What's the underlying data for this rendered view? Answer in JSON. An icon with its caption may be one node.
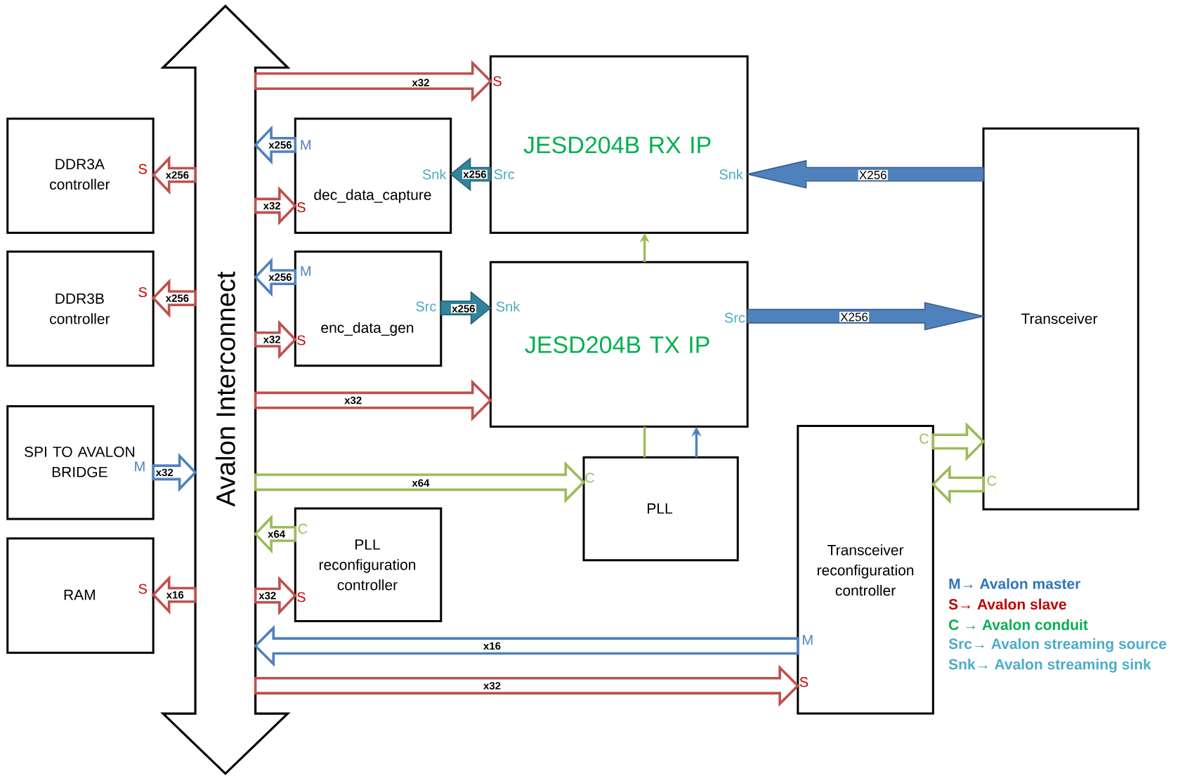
{
  "diagram": {
    "nodes": [
      {
        "text": [
          "Avalon Interconnect"
        ]
      },
      {
        "text": [
          "DDR3A controller",
          "S"
        ]
      },
      {
        "text": [
          "DDR3B controller",
          "S"
        ]
      },
      {
        "text": [
          "SPI TO AVALON BRIDGE",
          "M"
        ]
      },
      {
        "text": [
          "RAM",
          "S"
        ]
      },
      {
        "text": [
          "dec_data_capture",
          "M",
          "S",
          "Snk"
        ]
      },
      {
        "text": [
          "enc_data_gen",
          "M",
          "Src",
          "S"
        ]
      },
      {
        "text": [
          "PLL reconfiguration controller",
          "C",
          "S"
        ]
      },
      {
        "text": [
          "JESD204B RX IP",
          "S",
          "Src",
          "Snk"
        ]
      },
      {
        "text": [
          "JESD204B TX IP",
          "Snk",
          "Src"
        ]
      },
      {
        "text": [
          "PLL",
          "C"
        ]
      },
      {
        "text": [
          "Transceiver",
          "C"
        ]
      },
      {
        "text": [
          "Transceiver reconfiguration controller",
          "C",
          "M",
          "S"
        ]
      }
    ],
    "edges": [
      {
        "from": 0,
        "to": 8,
        "arrow": "to",
        "label": "x32"
      },
      {
        "from": 0,
        "to": 1,
        "arrow": "to",
        "label": "x256"
      },
      {
        "from": 0,
        "to": 2,
        "arrow": "to",
        "label": "x256"
      },
      {
        "from": 3,
        "to": 0,
        "arrow": "to",
        "label": "x32",
        "color": "#4f81bd"
      },
      {
        "from": 0,
        "to": 4,
        "arrow": "to",
        "label": "x16"
      },
      {
        "from": 5,
        "to": 0,
        "arrow": "to",
        "label": "x256",
        "color": "#4f81bd"
      },
      {
        "from": 0,
        "to": 5,
        "arrow": "to",
        "label": "x32"
      },
      {
        "from": 8,
        "to": 5,
        "arrow": "to",
        "label": "x256",
        "style": "thick",
        "color": "#31849b"
      },
      {
        "from": 6,
        "to": 0,
        "arrow": "to",
        "label": "x256",
        "color": "#4f81bd"
      },
      {
        "from": 0,
        "to": 6,
        "arrow": "to",
        "label": "x32"
      },
      {
        "from": 6,
        "to": 9,
        "arrow": "to",
        "label": "x256",
        "style": "thick",
        "color": "#31849b"
      },
      {
        "from": 0,
        "to": 9,
        "arrow": "to",
        "label": "x32"
      },
      {
        "from": 0,
        "to": 10,
        "arrow": "to",
        "label": "x64",
        "color": "#9bbb59"
      },
      {
        "from": 7,
        "to": 0,
        "arrow": "to",
        "label": "x64",
        "color": "#9bbb59"
      },
      {
        "from": 0,
        "to": 7,
        "arrow": "to",
        "label": "x32"
      },
      {
        "from": 12,
        "to": 0,
        "arrow": "to",
        "label": "x16",
        "color": "#4f81bd"
      },
      {
        "from": 0,
        "to": 12,
        "arrow": "to",
        "label": "x32"
      },
      {
        "from": 11,
        "to": 8,
        "arrow": "to",
        "label": "X256",
        "style": "thick",
        "color": "#4f81bd"
      },
      {
        "from": 9,
        "to": 11,
        "arrow": "to",
        "label": "X256",
        "style": "thick",
        "color": "#4f81bd"
      },
      {
        "from": 9,
        "to": 8,
        "arrow": "to",
        "color": "#9bbb59"
      },
      {
        "from": 10,
        "to": 9,
        "arrow": "none",
        "color": "#9bbb59"
      },
      {
        "from": 10,
        "to": 9,
        "arrow": "to",
        "color": "#4f81bd"
      },
      {
        "from": 12,
        "to": 11,
        "arrow": "to",
        "color": "#9bbb59"
      },
      {
        "from": 11,
        "to": 12,
        "arrow": "to",
        "color": "#9bbb59"
      }
    ],
    "labels": [
      "M→ Avalon master",
      "S→ Avalon slave",
      "C → Avalon conduit",
      "Src→ Avalon streaming source",
      "Snk→ Avalon streaming sink"
    ]
  }
}
